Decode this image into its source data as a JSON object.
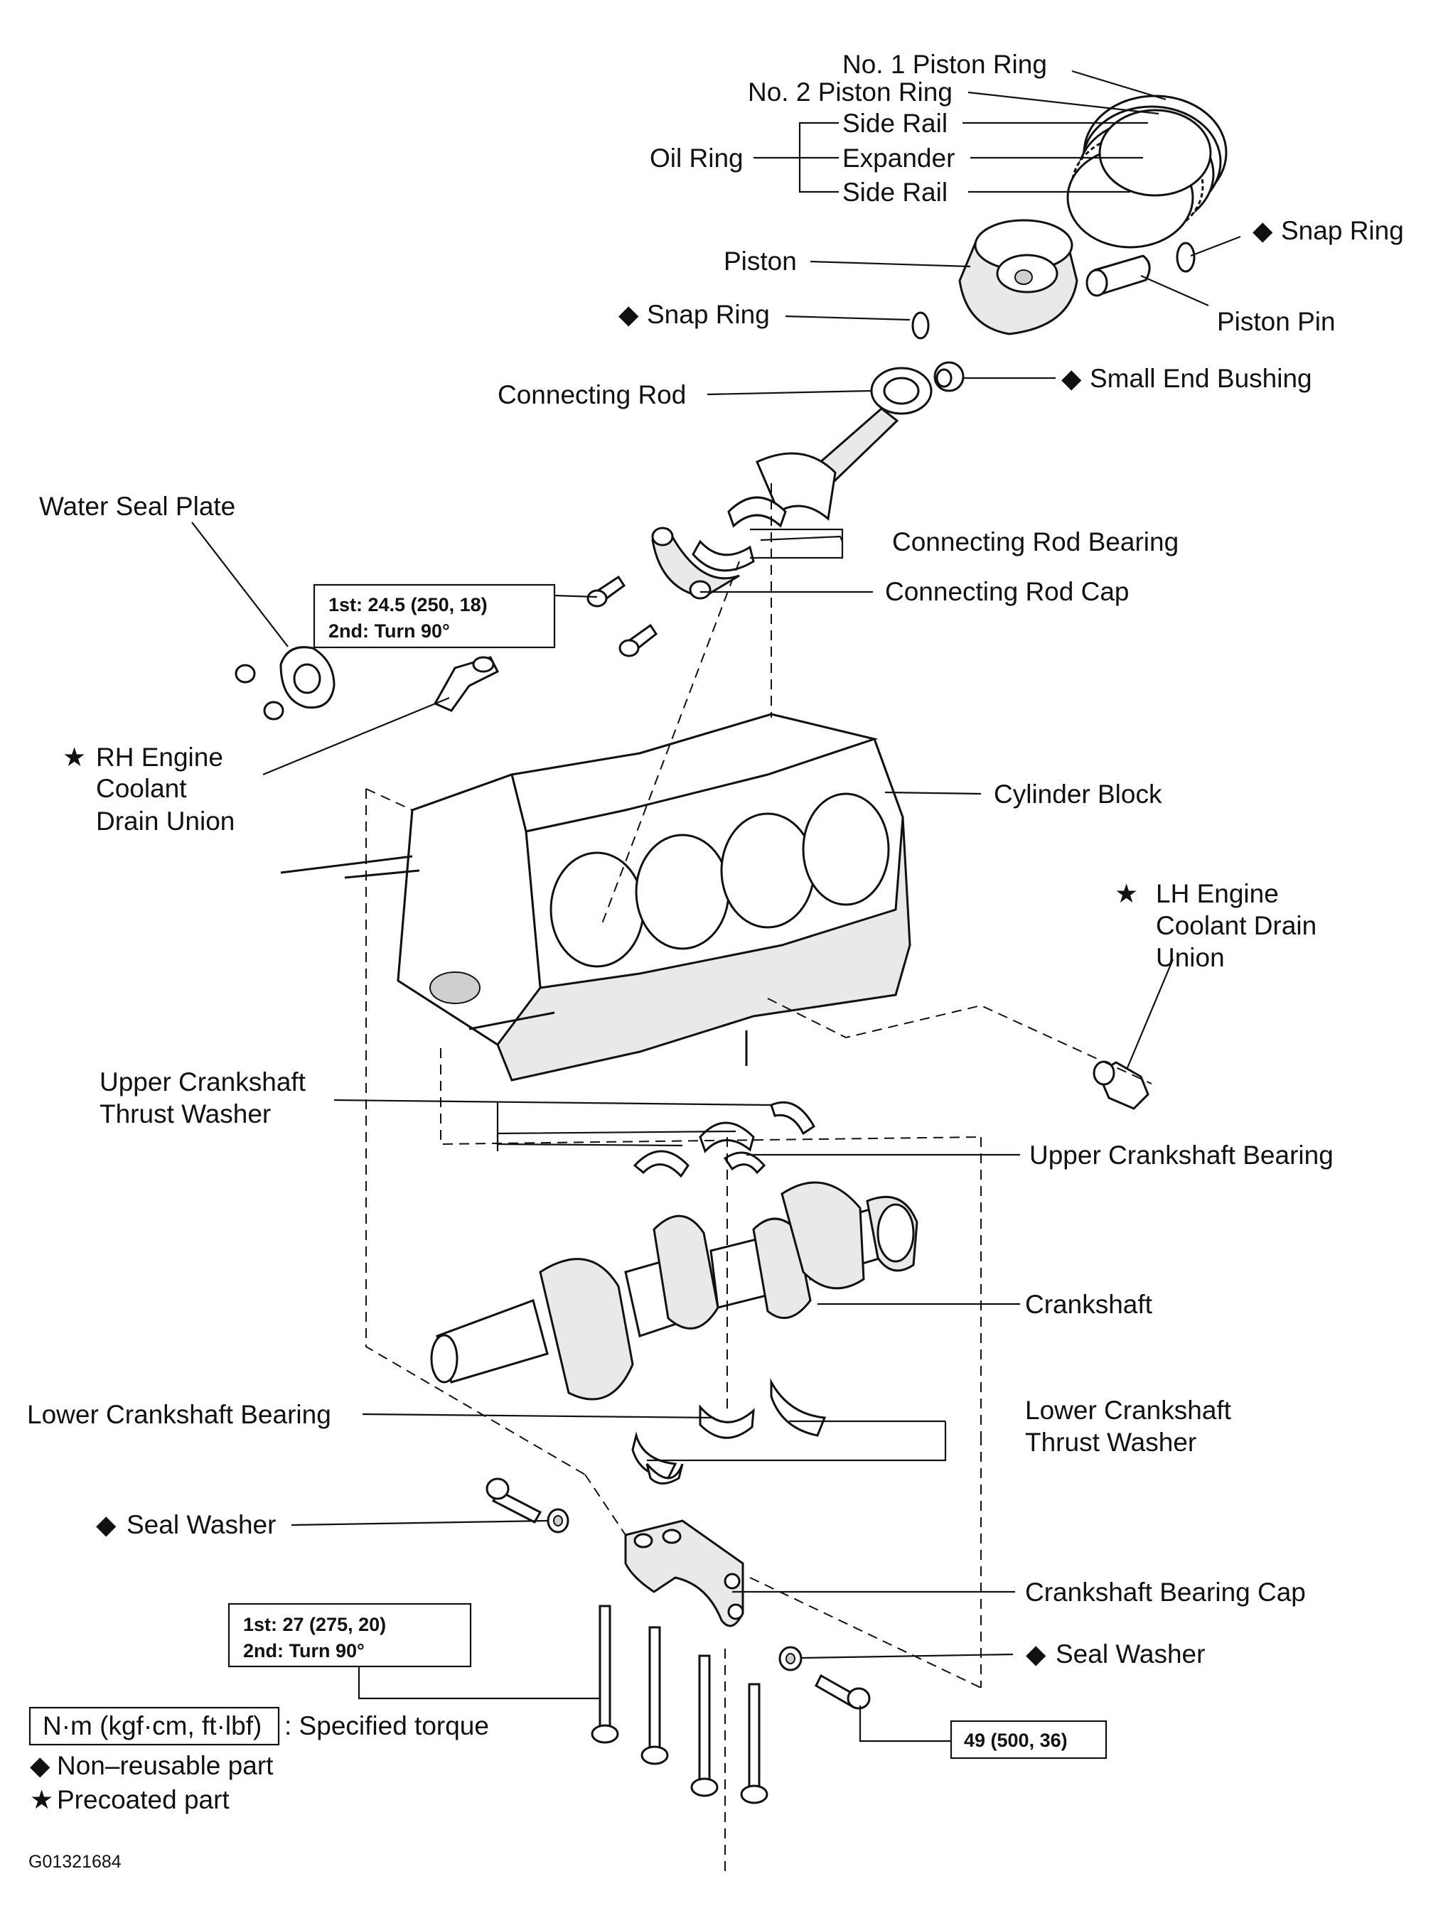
{
  "labels": {
    "no1_piston_ring": "No. 1 Piston Ring",
    "no2_piston_ring": "No. 2 Piston Ring",
    "side_rail_1": "Side Rail",
    "expander": "Expander",
    "side_rail_2": "Side Rail",
    "oil_ring": "Oil Ring",
    "snap_ring_right": "Snap Ring",
    "piston": "Piston",
    "snap_ring_left": "Snap Ring",
    "piston_pin": "Piston Pin",
    "connecting_rod": "Connecting Rod",
    "small_end_bushing": "Small End Bushing",
    "water_seal_plate": "Water Seal Plate",
    "connecting_rod_bearing": "Connecting Rod Bearing",
    "connecting_rod_cap": "Connecting Rod Cap",
    "rh_coolant_line1": "RH Engine",
    "rh_coolant_line2": "Coolant",
    "rh_coolant_line3": "Drain Union",
    "cylinder_block": "Cylinder Block",
    "lh_coolant_line1": "LH Engine",
    "lh_coolant_line2": "Coolant Drain",
    "lh_coolant_line3": "Union",
    "upper_thrust_line1": "Upper Crankshaft",
    "upper_thrust_line2": "Thrust Washer",
    "upper_crank_bearing": "Upper Crankshaft Bearing",
    "crankshaft": "Crankshaft",
    "lower_crank_bearing": "Lower Crankshaft Bearing",
    "lower_thrust_line1": "Lower Crankshaft",
    "lower_thrust_line2": "Thrust Washer",
    "seal_washer_left": "Seal Washer",
    "crank_bearing_cap": "Crankshaft Bearing Cap",
    "seal_washer_right": "Seal Washer"
  },
  "torque": {
    "rod_cap_1st": "1st: 24.5 (250, 18)",
    "rod_cap_2nd": "2nd: Turn 90°",
    "main_cap_1st": "1st: 27 (275, 20)",
    "main_cap_2nd": "2nd: Turn 90°",
    "side_bolt": "49 (500, 36)"
  },
  "legend": {
    "units_box": "N·m (kgf·cm, ft·lbf)",
    "units_text": ": Specified torque",
    "non_reusable": "Non–reusable part",
    "precoated": "Precoated part",
    "diamond_symbol": "◆",
    "star_symbol": "★"
  },
  "figure_code": "G01321684"
}
